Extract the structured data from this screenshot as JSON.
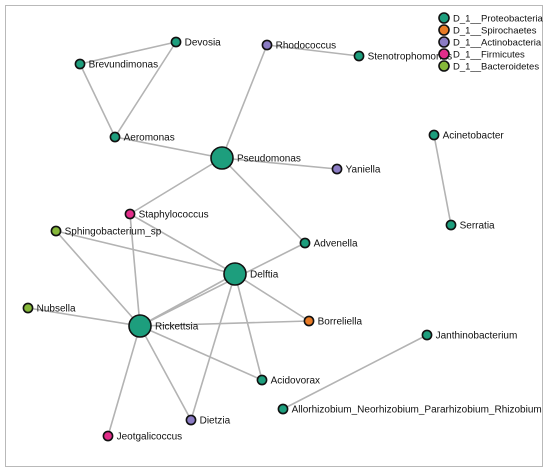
{
  "legend": [
    {
      "label": "D_1__Proteobacteria",
      "color": "#1d9e7d"
    },
    {
      "label": "D_1__Spirochaetes",
      "color": "#e97b26"
    },
    {
      "label": "D_1__Actinobacteria",
      "color": "#8b7cc4"
    },
    {
      "label": "D_1__Firmicutes",
      "color": "#e22d8a"
    },
    {
      "label": "D_1__Bacteroidetes",
      "color": "#86b83a"
    }
  ],
  "nodes": [
    {
      "id": "devosia",
      "label": "Devosia",
      "group": 0,
      "degree": 2
    },
    {
      "id": "brevundimonas",
      "label": "Brevundimonas",
      "group": 0,
      "degree": 2
    },
    {
      "id": "rhodococcus",
      "label": "Rhodococcus",
      "group": 2,
      "degree": 1
    },
    {
      "id": "stenotrophomonas",
      "label": "Stenotrophomonas",
      "group": 0,
      "degree": 1
    },
    {
      "id": "aeromonas",
      "label": "Aeromonas",
      "group": 0,
      "degree": 3
    },
    {
      "id": "pseudomonas",
      "label": "Pseudomonas",
      "group": 0,
      "degree": 6
    },
    {
      "id": "yaniella",
      "label": "Yaniella",
      "group": 2,
      "degree": 1
    },
    {
      "id": "acinetobacter",
      "label": "Acinetobacter",
      "group": 0,
      "degree": 1
    },
    {
      "id": "serratia",
      "label": "Serratia",
      "group": 0,
      "degree": 1
    },
    {
      "id": "staphylococcus",
      "label": "Staphylococcus",
      "group": 3,
      "degree": 3
    },
    {
      "id": "sphingobacterium",
      "label": "Sphingobacterium_sp",
      "group": 4,
      "degree": 2
    },
    {
      "id": "advenella",
      "label": "Advenella",
      "group": 0,
      "degree": 2
    },
    {
      "id": "delftia",
      "label": "Delftia",
      "group": 0,
      "degree": 7
    },
    {
      "id": "nubsella",
      "label": "Nubsella",
      "group": 4,
      "degree": 1
    },
    {
      "id": "rickettsia",
      "label": "Rickettsia",
      "group": 0,
      "degree": 7
    },
    {
      "id": "borreliella",
      "label": "Borreliella",
      "group": 1,
      "degree": 2
    },
    {
      "id": "janthinobacterium",
      "label": "Janthinobacterium",
      "group": 0,
      "degree": 1
    },
    {
      "id": "acidovorax",
      "label": "Acidovorax",
      "group": 0,
      "degree": 2
    },
    {
      "id": "allorhizobium",
      "label": "Allorhizobium_Neorhizobium_Pararhizobium_Rhizobium",
      "group": 0,
      "degree": 1
    },
    {
      "id": "dietzia",
      "label": "Dietzia",
      "group": 2,
      "degree": 2
    },
    {
      "id": "jeotgalicoccus",
      "label": "Jeotgalicoccus",
      "group": 3,
      "degree": 1
    }
  ],
  "edges": [
    [
      "devosia",
      "brevundimonas"
    ],
    [
      "devosia",
      "aeromonas"
    ],
    [
      "brevundimonas",
      "aeromonas"
    ],
    [
      "rhodococcus",
      "stenotrophomonas"
    ],
    [
      "aeromonas",
      "pseudomonas"
    ],
    [
      "rhodococcus",
      "pseudomonas"
    ],
    [
      "pseudomonas",
      "yaniella"
    ],
    [
      "pseudomonas",
      "staphylococcus"
    ],
    [
      "pseudomonas",
      "advenella"
    ],
    [
      "acinetobacter",
      "serratia"
    ],
    [
      "staphylococcus",
      "delftia"
    ],
    [
      "staphylococcus",
      "rickettsia"
    ],
    [
      "sphingobacterium",
      "delftia"
    ],
    [
      "sphingobacterium",
      "rickettsia"
    ],
    [
      "advenella",
      "rickettsia"
    ],
    [
      "delftia",
      "rickettsia"
    ],
    [
      "delftia",
      "borreliella"
    ],
    [
      "delftia",
      "acidovorax"
    ],
    [
      "delftia",
      "dietzia"
    ],
    [
      "nubsella",
      "rickettsia"
    ],
    [
      "rickettsia",
      "borreliella"
    ],
    [
      "rickettsia",
      "acidovorax"
    ],
    [
      "rickettsia",
      "dietzia"
    ],
    [
      "rickettsia",
      "jeotgalicoccus"
    ],
    [
      "janthinobacterium",
      "allorhizobium"
    ]
  ]
}
